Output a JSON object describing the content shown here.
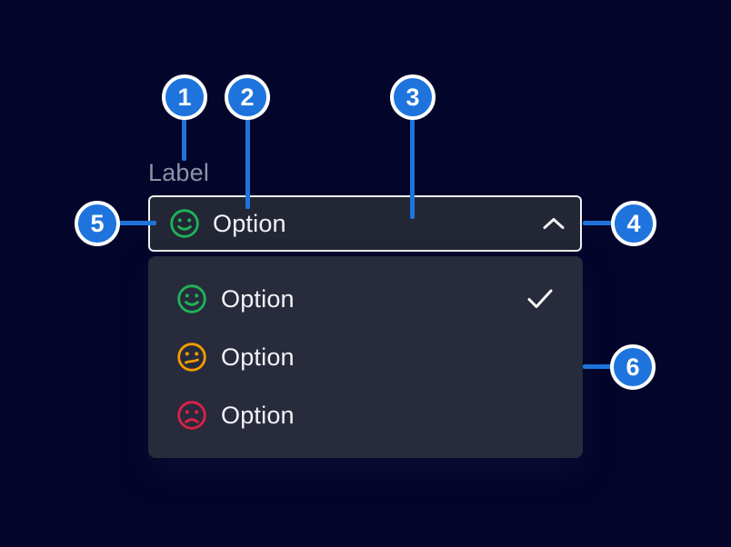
{
  "colors": {
    "background": "#04052B",
    "accent_blue": "#1E74DC",
    "field_background": "#232735",
    "menu_background": "#272B3C",
    "field_border": "#F0F0F3",
    "label_gray": "#8E92A4",
    "text_white": "#F3F3F6",
    "positive_green": "#1FB357",
    "warning_orange": "#F59B00",
    "negative_red": "#DC2143"
  },
  "form": {
    "label": "Label"
  },
  "select": {
    "value": "Option",
    "value_icon": "face-happy-icon",
    "chevron_icon": "chevron-up-icon"
  },
  "menu": {
    "items": [
      {
        "label": "Option",
        "icon": "face-happy-icon",
        "icon_color": "#1FB357",
        "selected": true
      },
      {
        "label": "Option",
        "icon": "face-neutral-icon",
        "icon_color": "#F59B00",
        "selected": false
      },
      {
        "label": "Option",
        "icon": "face-sad-icon",
        "icon_color": "#DC2143",
        "selected": false
      }
    ],
    "selected_check_icon": "check-icon"
  },
  "callouts": [
    {
      "number": "1",
      "points_to": "label"
    },
    {
      "number": "2",
      "points_to": "selected-option-icon"
    },
    {
      "number": "3",
      "points_to": "select-field"
    },
    {
      "number": "4",
      "points_to": "chevron-toggle"
    },
    {
      "number": "5",
      "points_to": "field-left-edge"
    },
    {
      "number": "6",
      "points_to": "dropdown-menu"
    }
  ]
}
